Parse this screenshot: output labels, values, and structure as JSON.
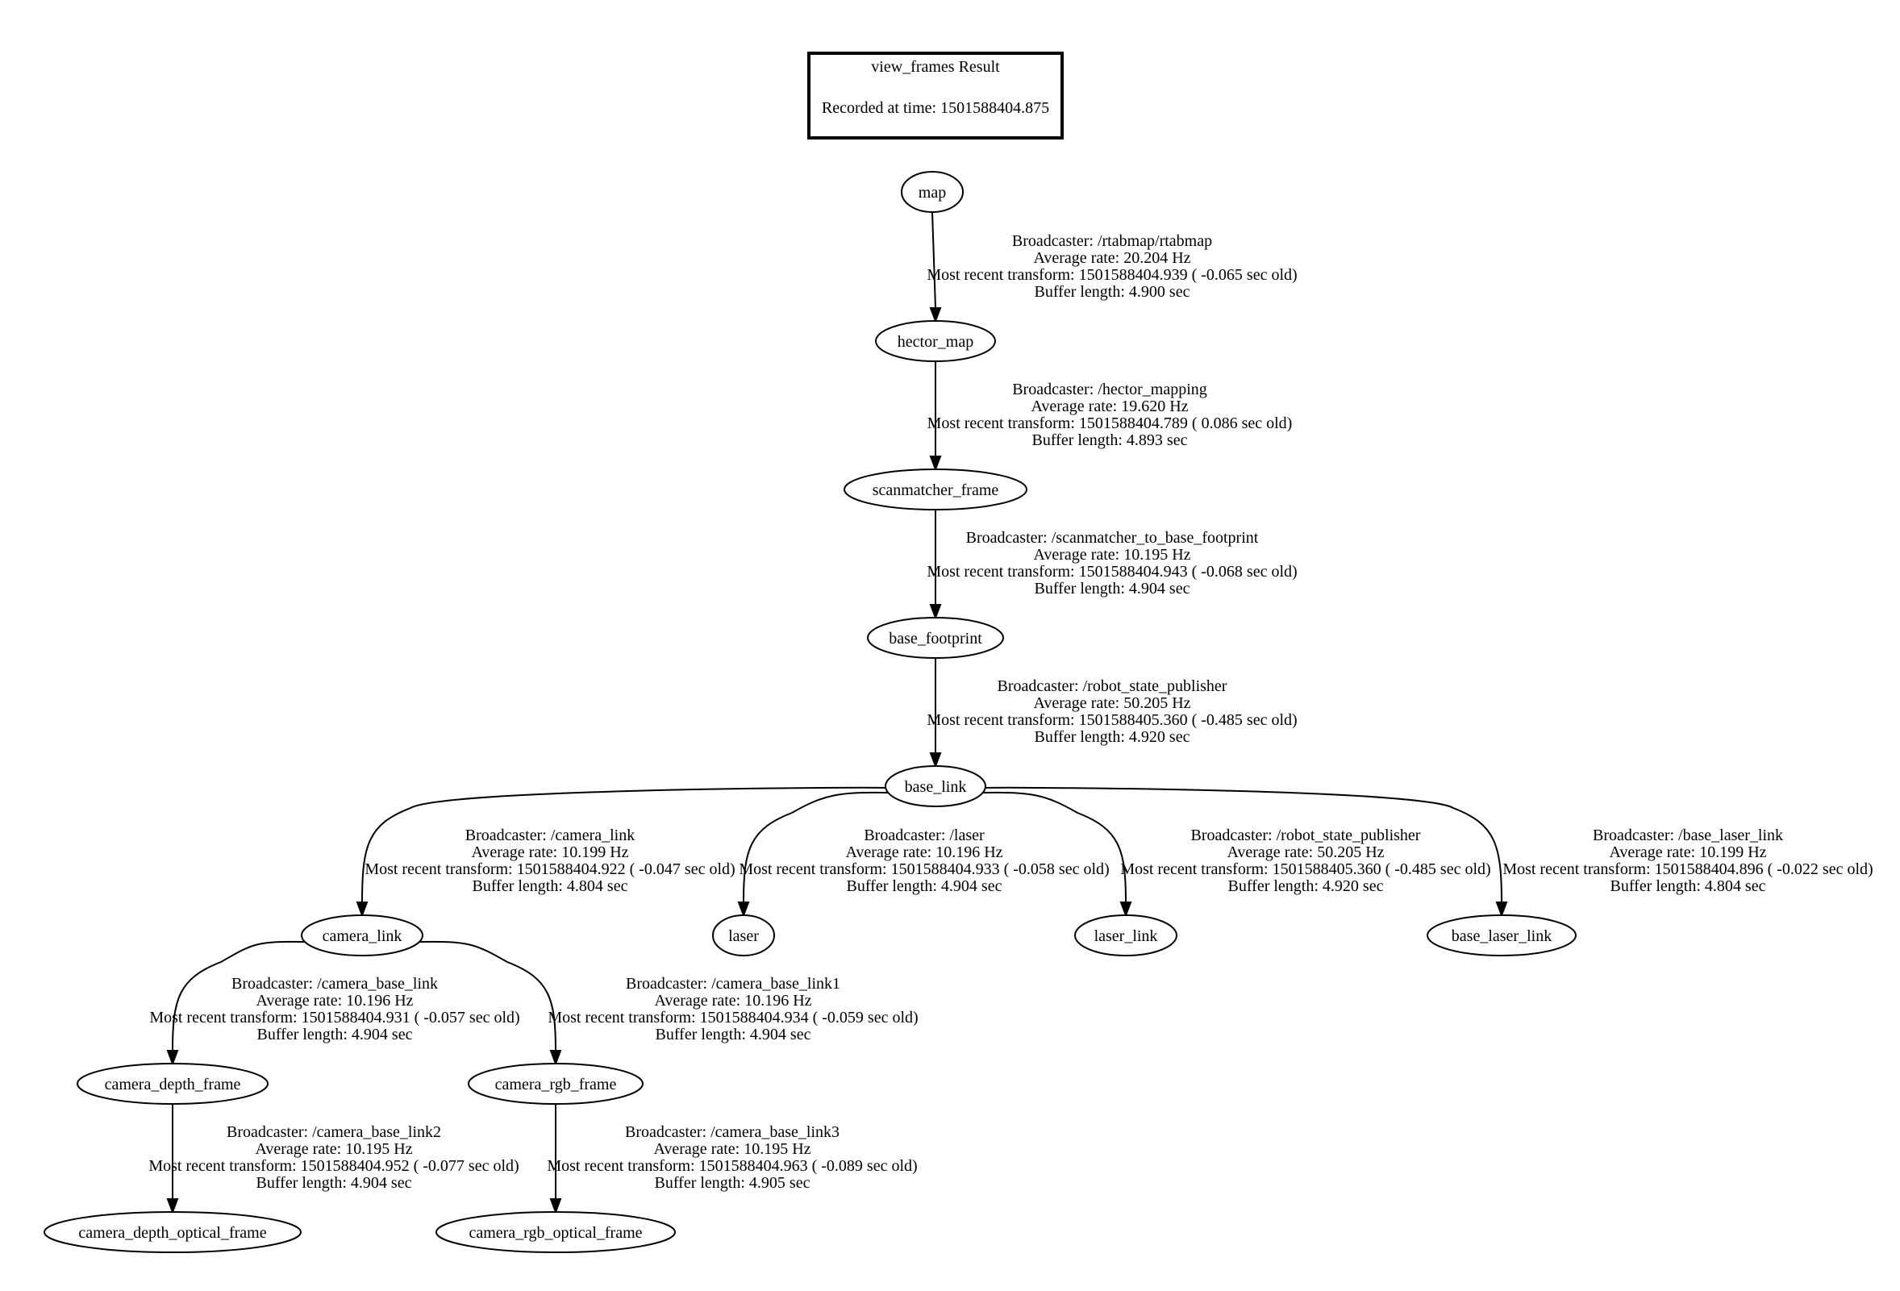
{
  "title": {
    "heading": "view_frames Result",
    "recorded": "Recorded at time: 1501588404.875"
  },
  "nodes": [
    {
      "id": "map",
      "label": "map"
    },
    {
      "id": "hector_map",
      "label": "hector_map"
    },
    {
      "id": "scanmatcher_frame",
      "label": "scanmatcher_frame"
    },
    {
      "id": "base_footprint",
      "label": "base_footprint"
    },
    {
      "id": "base_link",
      "label": "base_link"
    },
    {
      "id": "camera_link",
      "label": "camera_link"
    },
    {
      "id": "laser",
      "label": "laser"
    },
    {
      "id": "laser_link",
      "label": "laser_link"
    },
    {
      "id": "base_laser_link",
      "label": "base_laser_link"
    },
    {
      "id": "camera_depth_frame",
      "label": "camera_depth_frame"
    },
    {
      "id": "camera_rgb_frame",
      "label": "camera_rgb_frame"
    },
    {
      "id": "camera_depth_optical_frame",
      "label": "camera_depth_optical_frame"
    },
    {
      "id": "camera_rgb_optical_frame",
      "label": "camera_rgb_optical_frame"
    }
  ],
  "edges": [
    {
      "from": "map",
      "to": "hector_map",
      "lines": [
        "Broadcaster: /rtabmap/rtabmap",
        "Average rate: 20.204 Hz",
        "Most recent transform: 1501588404.939 ( -0.065 sec old)",
        "Buffer length: 4.900 sec"
      ]
    },
    {
      "from": "hector_map",
      "to": "scanmatcher_frame",
      "lines": [
        "Broadcaster: /hector_mapping",
        "Average rate: 19.620 Hz",
        "Most recent transform: 1501588404.789 ( 0.086 sec old)",
        "Buffer length: 4.893 sec"
      ]
    },
    {
      "from": "scanmatcher_frame",
      "to": "base_footprint",
      "lines": [
        "Broadcaster: /scanmatcher_to_base_footprint",
        "Average rate: 10.195 Hz",
        "Most recent transform: 1501588404.943 ( -0.068 sec old)",
        "Buffer length: 4.904 sec"
      ]
    },
    {
      "from": "base_footprint",
      "to": "base_link",
      "lines": [
        "Broadcaster: /robot_state_publisher",
        "Average rate: 50.205 Hz",
        "Most recent transform: 1501588405.360 ( -0.485 sec old)",
        "Buffer length: 4.920 sec"
      ]
    },
    {
      "from": "base_link",
      "to": "camera_link",
      "lines": [
        "Broadcaster: /camera_link",
        "Average rate: 10.199 Hz",
        "Most recent transform: 1501588404.922 ( -0.047 sec old)",
        "Buffer length: 4.804 sec"
      ]
    },
    {
      "from": "base_link",
      "to": "laser",
      "lines": [
        "Broadcaster: /laser",
        "Average rate: 10.196 Hz",
        "Most recent transform: 1501588404.933 ( -0.058 sec old)",
        "Buffer length: 4.904 sec"
      ]
    },
    {
      "from": "base_link",
      "to": "laser_link",
      "lines": [
        "Broadcaster: /robot_state_publisher",
        "Average rate: 50.205 Hz",
        "Most recent transform: 1501588405.360 ( -0.485 sec old)",
        "Buffer length: 4.920 sec"
      ]
    },
    {
      "from": "base_link",
      "to": "base_laser_link",
      "lines": [
        "Broadcaster: /base_laser_link",
        "Average rate: 10.199 Hz",
        "Most recent transform: 1501588404.896 ( -0.022 sec old)",
        "Buffer length: 4.804 sec"
      ]
    },
    {
      "from": "camera_link",
      "to": "camera_depth_frame",
      "lines": [
        "Broadcaster: /camera_base_link",
        "Average rate: 10.196 Hz",
        "Most recent transform: 1501588404.931 ( -0.057 sec old)",
        "Buffer length: 4.904 sec"
      ]
    },
    {
      "from": "camera_link",
      "to": "camera_rgb_frame",
      "lines": [
        "Broadcaster: /camera_base_link1",
        "Average rate: 10.196 Hz",
        "Most recent transform: 1501588404.934 ( -0.059 sec old)",
        "Buffer length: 4.904 sec"
      ]
    },
    {
      "from": "camera_depth_frame",
      "to": "camera_depth_optical_frame",
      "lines": [
        "Broadcaster: /camera_base_link2",
        "Average rate: 10.195 Hz",
        "Most recent transform: 1501588404.952 ( -0.077 sec old)",
        "Buffer length: 4.904 sec"
      ]
    },
    {
      "from": "camera_rgb_frame",
      "to": "camera_rgb_optical_frame",
      "lines": [
        "Broadcaster: /camera_base_link3",
        "Average rate: 10.195 Hz",
        "Most recent transform: 1501588404.963 ( -0.089 sec old)",
        "Buffer length: 4.905 sec"
      ]
    }
  ]
}
